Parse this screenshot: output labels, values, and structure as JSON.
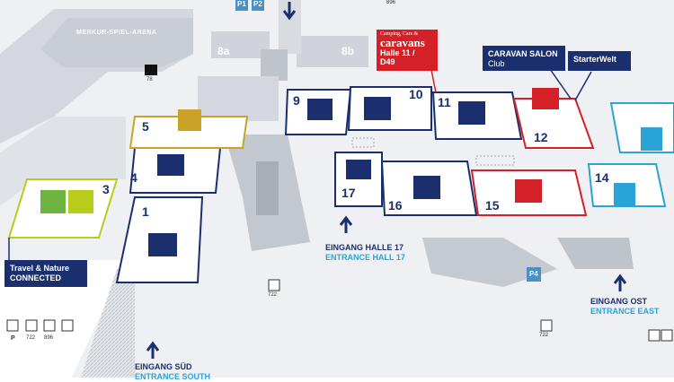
{
  "venue": {
    "arena_label": "MERKUR-SPIEL-ARENA",
    "hall_8a": "8a",
    "hall_8b": "8b"
  },
  "halls": {
    "h1": "1",
    "h3": "3",
    "h4": "4",
    "h5": "5",
    "h9": "9",
    "h10": "10",
    "h11": "11",
    "h12": "12",
    "h14": "14",
    "h15": "15",
    "h16": "16",
    "h17": "17"
  },
  "callouts": {
    "brand_small": "Camping, Cars &",
    "brand_big": "caravans",
    "hall11_line1": "Halle 11 /",
    "hall11_line2": "D49",
    "caravan_salon_line1": "CARAVAN SALON",
    "caravan_salon_line2": "Club",
    "starterwelt": "StarterWelt",
    "travel_line1": "Travel & Nature",
    "travel_line2": "CONNECTED"
  },
  "entrances": {
    "hall17_de": "EINGANG HALLE 17",
    "hall17_en": "ENTRANCE HALL 17",
    "east_de": "EINGANG OST",
    "east_en": "ENTRANCE EAST",
    "south_de": "EINGANG SÜD",
    "south_en": "ENTRANCE SOUTH"
  },
  "parking": {
    "p1": "P1",
    "p2": "P2",
    "p4": "P4",
    "p": "P"
  },
  "bus_numbers": {
    "b78": "78",
    "b722_a": "722",
    "b722_b": "722",
    "b722_c": "722",
    "b896_a": "896",
    "b896_top": "896"
  },
  "colors": {
    "navy": "#1b2f6e",
    "red": "#d42027",
    "gold": "#c9a227",
    "lime": "#b7cc1b",
    "cyan": "#2aa3d6",
    "light_blue": "#4a90c8",
    "building_gray": "#dadde2"
  }
}
